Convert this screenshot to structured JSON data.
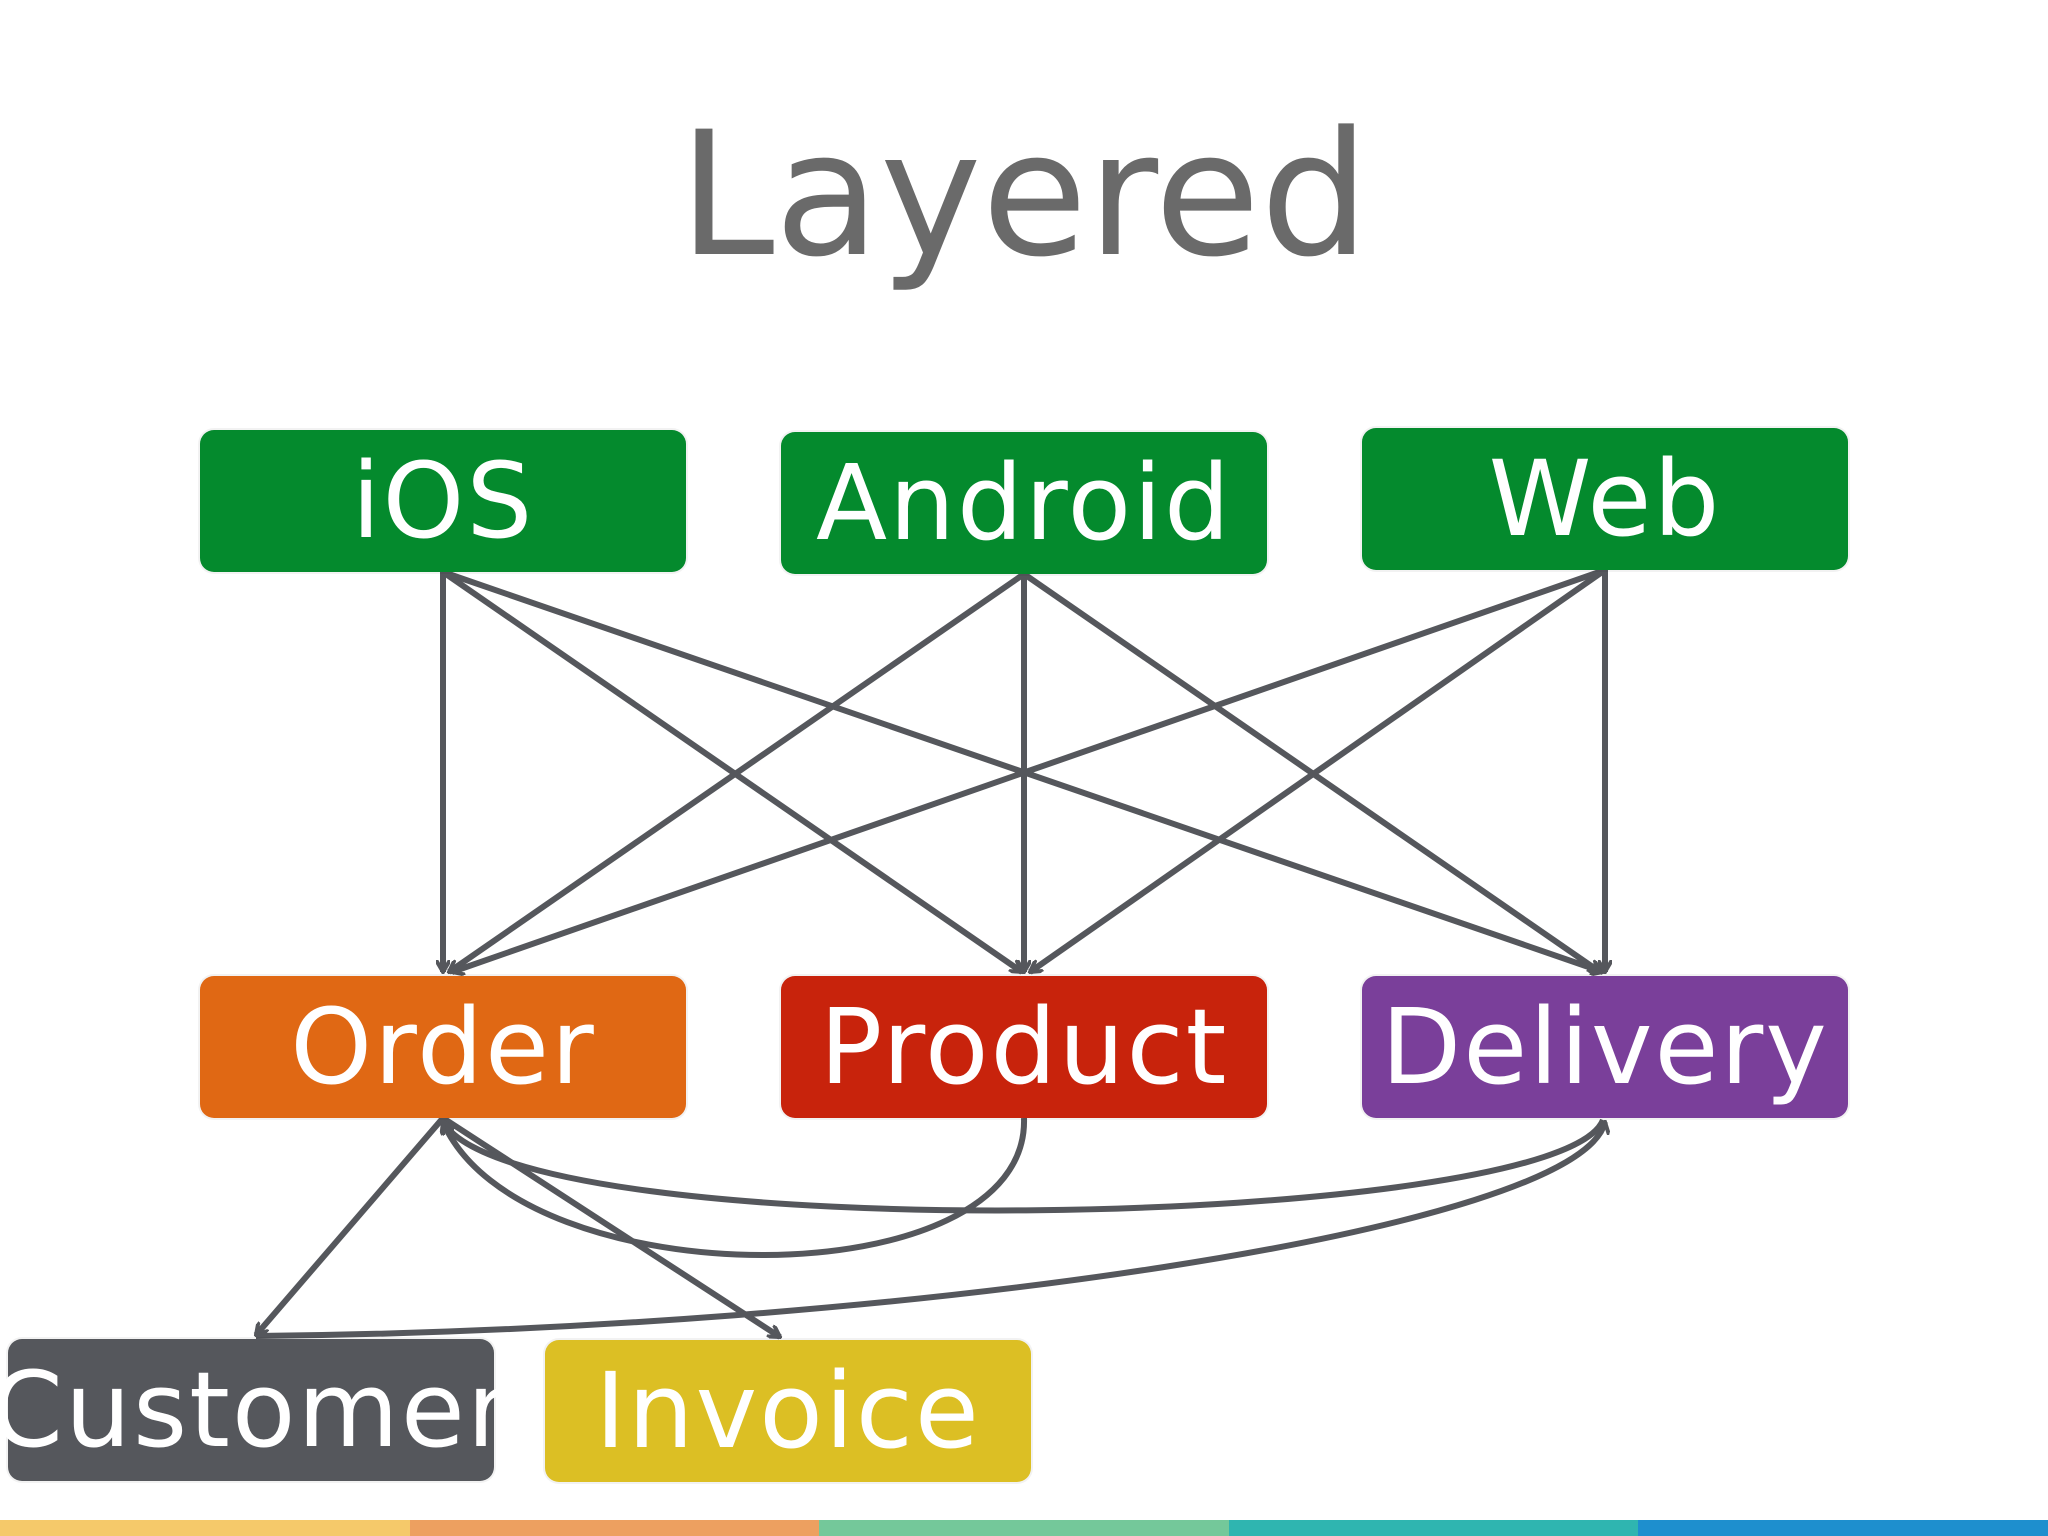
{
  "title": "Layered",
  "nodes": {
    "ios": {
      "label": "iOS",
      "color": "#048a2d",
      "layer": "client"
    },
    "android": {
      "label": "Android",
      "color": "#048a2d",
      "layer": "client"
    },
    "web": {
      "label": "Web",
      "color": "#048a2d",
      "layer": "client"
    },
    "order": {
      "label": "Order",
      "color": "#e06814",
      "layer": "domain"
    },
    "product": {
      "label": "Product",
      "color": "#c8230c",
      "layer": "domain"
    },
    "delivery": {
      "label": "Delivery",
      "color": "#7a3f9a",
      "layer": "domain"
    },
    "customer": {
      "label": "Customer",
      "color": "#55575c",
      "layer": "entity"
    },
    "invoice": {
      "label": "Invoice",
      "color": "#dcbf24",
      "layer": "entity"
    }
  },
  "edges": [
    {
      "from": "ios",
      "to": "order"
    },
    {
      "from": "ios",
      "to": "product"
    },
    {
      "from": "ios",
      "to": "delivery"
    },
    {
      "from": "android",
      "to": "order"
    },
    {
      "from": "android",
      "to": "product"
    },
    {
      "from": "android",
      "to": "delivery"
    },
    {
      "from": "web",
      "to": "order"
    },
    {
      "from": "web",
      "to": "product"
    },
    {
      "from": "web",
      "to": "delivery"
    },
    {
      "from": "order",
      "to": "customer"
    },
    {
      "from": "order",
      "to": "invoice"
    },
    {
      "from": "product",
      "to": "order"
    },
    {
      "from": "delivery",
      "to": "order"
    },
    {
      "from": "customer",
      "to": "delivery"
    }
  ],
  "colors": {
    "edge": "#55575c",
    "title": "#6a6a6a",
    "background": "#ffffff"
  },
  "footer_stripe_colors": [
    "#f5c96a",
    "#eda060",
    "#74c89a",
    "#2fb5b0",
    "#1e8fce"
  ]
}
